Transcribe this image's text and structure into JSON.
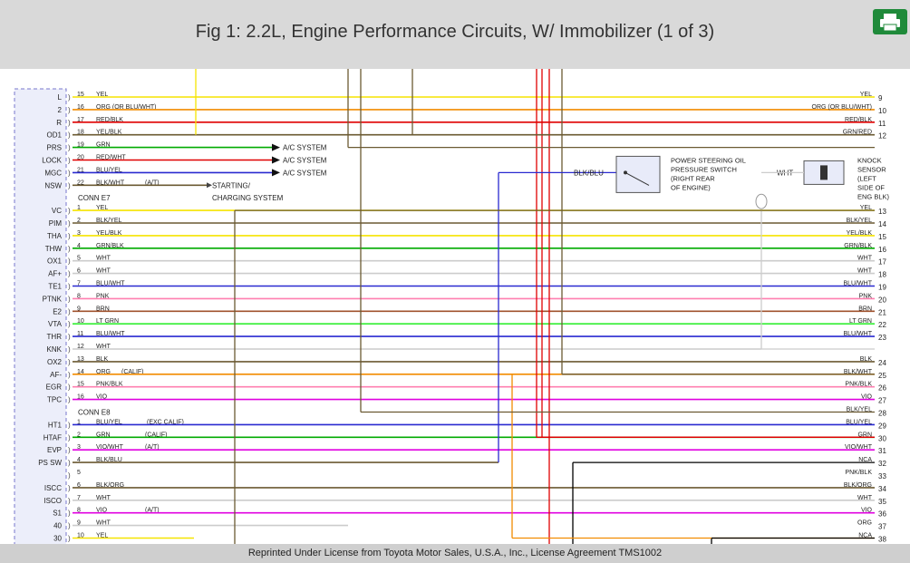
{
  "header": {
    "title": "Fig 1: 2.2L, Engine Performance Circuits, W/ Immobilizer (1 of 3)",
    "print_icon": "print-icon"
  },
  "footer": {
    "text": "Reprinted Under License from Toyota Motor Sales, U.S.A., Inc., License Agreement TMS1002"
  },
  "colors": {
    "YEL": "#f5e400",
    "ORG": "#f28c00",
    "RED": "#e00000",
    "GRN": "#00aa00",
    "BLU": "#2a2ad0",
    "BLK": "#6b5a32",
    "WHT": "#cccccc",
    "PNK": "#ff7fb0",
    "BRN": "#a0522d",
    "LTGRN": "#33ee33",
    "VIO": "#e000e0",
    "NCA": "#000000",
    "border": "#7777cc"
  },
  "connector_labels": {
    "e7": "CONN E7",
    "e8": "CONN E8"
  },
  "rows": [
    {
      "pin": "L",
      "num": "15",
      "wire": "YEL",
      "note": "",
      "rnum": "9",
      "rwire": "YEL",
      "col": "YEL"
    },
    {
      "pin": "2",
      "num": "16",
      "wire": "ORG (OR BLU/WHT)",
      "note": "",
      "rnum": "10",
      "rwire": "ORG (OR BLU/WHT)",
      "col": "ORG"
    },
    {
      "pin": "R",
      "num": "17",
      "wire": "RED/BLK",
      "note": "",
      "rnum": "11",
      "rwire": "RED/BLK",
      "col": "RED"
    },
    {
      "pin": "OD1",
      "num": "18",
      "wire": "YEL/BLK",
      "note": "",
      "rnum": "12",
      "rwire": "GRN/RED",
      "col": "BLK"
    },
    {
      "pin": "PRS",
      "num": "19",
      "wire": "GRN",
      "note": "",
      "rnum": "",
      "rwire": "",
      "col": "GRN",
      "dest": "A/C SYSTEM"
    },
    {
      "pin": "LOCK",
      "num": "20",
      "wire": "RED/WHT",
      "note": "",
      "rnum": "",
      "rwire": "",
      "col": "RED",
      "dest": "A/C SYSTEM"
    },
    {
      "pin": "MGC",
      "num": "21",
      "wire": "BLU/YEL",
      "note": "",
      "rnum": "",
      "rwire": "",
      "col": "BLU",
      "dest": "A/C SYSTEM"
    },
    {
      "pin": "NSW",
      "num": "22",
      "wire": "BLK/WHT",
      "note": "(A/T)",
      "rnum": "",
      "rwire": "",
      "col": "BLK",
      "dest": "STARTING/"
    },
    {
      "pin": "",
      "num": "",
      "wire": "",
      "note": "",
      "rnum": "",
      "rwire": "",
      "col": "",
      "dest": "CHARGING SYSTEM"
    },
    {
      "pin": "VC",
      "num": "1",
      "wire": "YEL",
      "note": "",
      "rnum": "13",
      "rwire": "YEL",
      "col": "YEL"
    },
    {
      "pin": "PIM",
      "num": "2",
      "wire": "BLK/YEL",
      "note": "",
      "rnum": "14",
      "rwire": "BLK/YEL",
      "col": "BLK"
    },
    {
      "pin": "THA",
      "num": "3",
      "wire": "YEL/BLK",
      "note": "",
      "rnum": "15",
      "rwire": "YEL/BLK",
      "col": "YEL"
    },
    {
      "pin": "THW",
      "num": "4",
      "wire": "GRN/BLK",
      "note": "",
      "rnum": "16",
      "rwire": "GRN/BLK",
      "col": "GRN"
    },
    {
      "pin": "OX1",
      "num": "5",
      "wire": "WHT",
      "note": "",
      "rnum": "17",
      "rwire": "WHT",
      "col": "WHT"
    },
    {
      "pin": "AF+",
      "num": "6",
      "wire": "WHT",
      "note": "",
      "rnum": "18",
      "rwire": "WHT",
      "col": "WHT"
    },
    {
      "pin": "TE1",
      "num": "7",
      "wire": "BLU/WHT",
      "note": "",
      "rnum": "19",
      "rwire": "BLU/WHT",
      "col": "BLU"
    },
    {
      "pin": "PTNK",
      "num": "8",
      "wire": "PNK",
      "note": "",
      "rnum": "20",
      "rwire": "PNK",
      "col": "PNK"
    },
    {
      "pin": "E2",
      "num": "9",
      "wire": "BRN",
      "note": "",
      "rnum": "21",
      "rwire": "BRN",
      "col": "BRN"
    },
    {
      "pin": "VTA",
      "num": "10",
      "wire": "LT GRN",
      "note": "",
      "rnum": "22",
      "rwire": "LT GRN",
      "col": "LTGRN"
    },
    {
      "pin": "THR",
      "num": "11",
      "wire": "BLU/WHT",
      "note": "",
      "rnum": "23",
      "rwire": "BLU/WHT",
      "col": "BLU"
    },
    {
      "pin": "KNK",
      "num": "12",
      "wire": "WHT",
      "note": "",
      "rnum": "",
      "rwire": "",
      "col": "WHT"
    },
    {
      "pin": "OX2",
      "num": "13",
      "wire": "BLK",
      "note": "",
      "rnum": "24",
      "rwire": "BLK",
      "col": "BLK"
    },
    {
      "pin": "AF-",
      "num": "14",
      "wire": "ORG",
      "note": "(CALIF)",
      "rnum": "25",
      "rwire": "BLK/WHT",
      "col": "ORG"
    },
    {
      "pin": "EGR",
      "num": "15",
      "wire": "PNK/BLK",
      "note": "",
      "rnum": "26",
      "rwire": "PNK/BLK",
      "col": "PNK"
    },
    {
      "pin": "TPC",
      "num": "16",
      "wire": "VIO",
      "note": "",
      "rnum": "27",
      "rwire": "VIO",
      "col": "VIO"
    },
    {
      "pin": "",
      "num": "",
      "wire": "",
      "note": "",
      "rnum": "28",
      "rwire": "BLK/YEL",
      "col": ""
    },
    {
      "pin": "HT1",
      "num": "1",
      "wire": "BLU/YEL",
      "note": "(EXC CALIF)",
      "rnum": "29",
      "rwire": "BLU/YEL",
      "col": "BLU"
    },
    {
      "pin": "HTAF",
      "num": "2",
      "wire": "GRN",
      "note": "(CALIF)",
      "rnum": "30",
      "rwire": "GRN",
      "col": "GRN"
    },
    {
      "pin": "EVP",
      "num": "3",
      "wire": "VIO/WHT",
      "note": "(A/T)",
      "rnum": "31",
      "rwire": "VIO/WHT",
      "col": "VIO"
    },
    {
      "pin": "PS SW",
      "num": "4",
      "wire": "BLK/BLU",
      "note": "",
      "rnum": "32",
      "rwire": "NCA",
      "col": "BLK"
    },
    {
      "pin": "",
      "num": "5",
      "wire": "",
      "note": "",
      "rnum": "33",
      "rwire": "PNK/BLK",
      "col": ""
    },
    {
      "pin": "ISCC",
      "num": "6",
      "wire": "BLK/ORG",
      "note": "",
      "rnum": "34",
      "rwire": "BLK/ORG",
      "col": "BLK"
    },
    {
      "pin": "ISCO",
      "num": "7",
      "wire": "WHT",
      "note": "",
      "rnum": "35",
      "rwire": "WHT",
      "col": "WHT"
    },
    {
      "pin": "S1",
      "num": "8",
      "wire": "VIO",
      "note": "(A/T)",
      "rnum": "36",
      "rwire": "VIO",
      "col": "VIO"
    },
    {
      "pin": "40",
      "num": "9",
      "wire": "WHT",
      "note": "",
      "rnum": "37",
      "rwire": "ORG",
      "col": "WHT"
    },
    {
      "pin": "30",
      "num": "10",
      "wire": "YEL",
      "note": "",
      "rnum": "38",
      "rwire": "NCA",
      "col": "YEL"
    }
  ],
  "components": {
    "ps_switch": {
      "wire": "BLK/BLU",
      "label": [
        "POWER STEERING OIL",
        "PRESSURE SWITCH",
        "(RIGHT REAR",
        "OF ENGINE)"
      ]
    },
    "knock": {
      "wire": "WHT",
      "label": [
        "KNOCK",
        "SENSOR",
        "(LEFT",
        "SIDE OF",
        "ENG BLK)"
      ]
    }
  }
}
